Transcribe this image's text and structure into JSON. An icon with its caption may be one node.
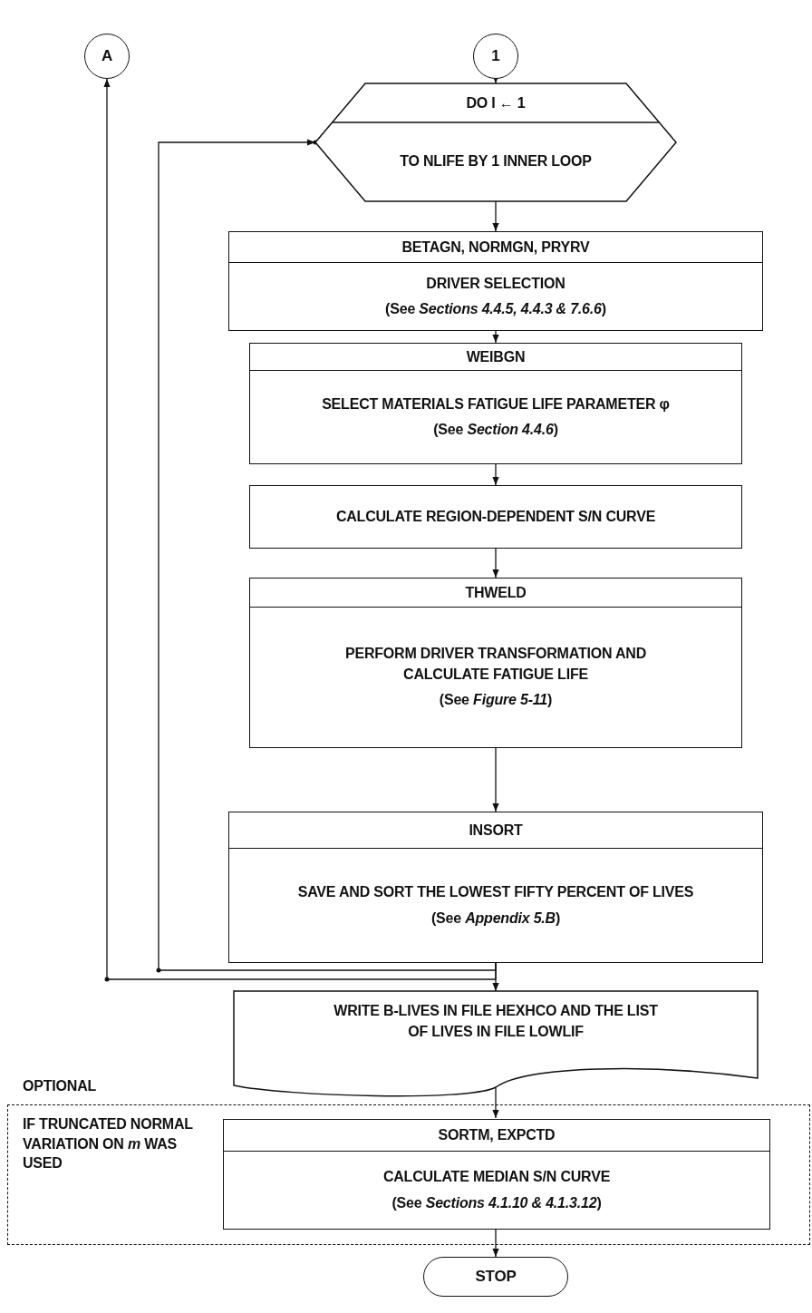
{
  "diagram": {
    "nodes": [
      {
        "text": [
          "A"
        ]
      },
      {
        "text": [
          "1"
        ]
      },
      {
        "text": [
          "DO I ← 1",
          "TO NLIFE BY 1 INNER LOOP"
        ]
      },
      {
        "text": [
          "BETAGN, NORMGN, PRYRV",
          "DRIVER SELECTION",
          "(See *Sections 4.4.5, 4.4.3 & 7.6.6*)"
        ]
      },
      {
        "text": [
          "WEIBGN",
          "SELECT MATERIALS FATIGUE LIFE PARAMETER φ",
          "(See *Section 4.4.6*)"
        ]
      },
      {
        "text": [
          "CALCULATE REGION-DEPENDENT S/N CURVE"
        ]
      },
      {
        "text": [
          "THWELD",
          "PERFORM DRIVER TRANSFORMATION AND CALCULATE FATIGUE LIFE",
          "(See *Figure 5-11*)"
        ]
      },
      {
        "text": [
          "INSORT",
          "SAVE AND SORT THE LOWEST FIFTY PERCENT OF LIVES",
          "(See *Appendix 5.B*)"
        ]
      },
      {
        "text": [
          "WRITE B-LIVES IN FILE HEXHCO AND THE LIST OF LIVES IN FILE LOWLIF"
        ]
      },
      {
        "text": [
          "OPTIONAL",
          "IF TRUNCATED NORMAL VARIATION ON *m* WAS USED"
        ]
      },
      {
        "text": [
          "SORTM, EXPCTD",
          "CALCULATE MEDIAN S/N CURVE",
          "(See *Sections 4.1.10 & 4.1.3.12*)"
        ],
        "in": 9
      },
      {
        "text": [
          "STOP"
        ]
      }
    ],
    "edges": [
      {
        "from": 1,
        "to": 2,
        "arrow": "to"
      },
      {
        "from": 2,
        "to": 3,
        "arrow": "to"
      },
      {
        "from": 3,
        "to": 4,
        "arrow": "to"
      },
      {
        "from": 4,
        "to": 5,
        "arrow": "to"
      },
      {
        "from": 5,
        "to": 6,
        "arrow": "to"
      },
      {
        "from": 6,
        "to": 7,
        "arrow": "to"
      },
      {
        "from": 7,
        "to": 2,
        "arrow": "to"
      },
      {
        "from": 7,
        "to": 0,
        "arrow": "to"
      },
      {
        "from": 7,
        "to": 8,
        "arrow": "to"
      },
      {
        "from": 8,
        "to": 10,
        "arrow": "to"
      },
      {
        "from": 10,
        "to": 11,
        "arrow": "to"
      }
    ]
  }
}
